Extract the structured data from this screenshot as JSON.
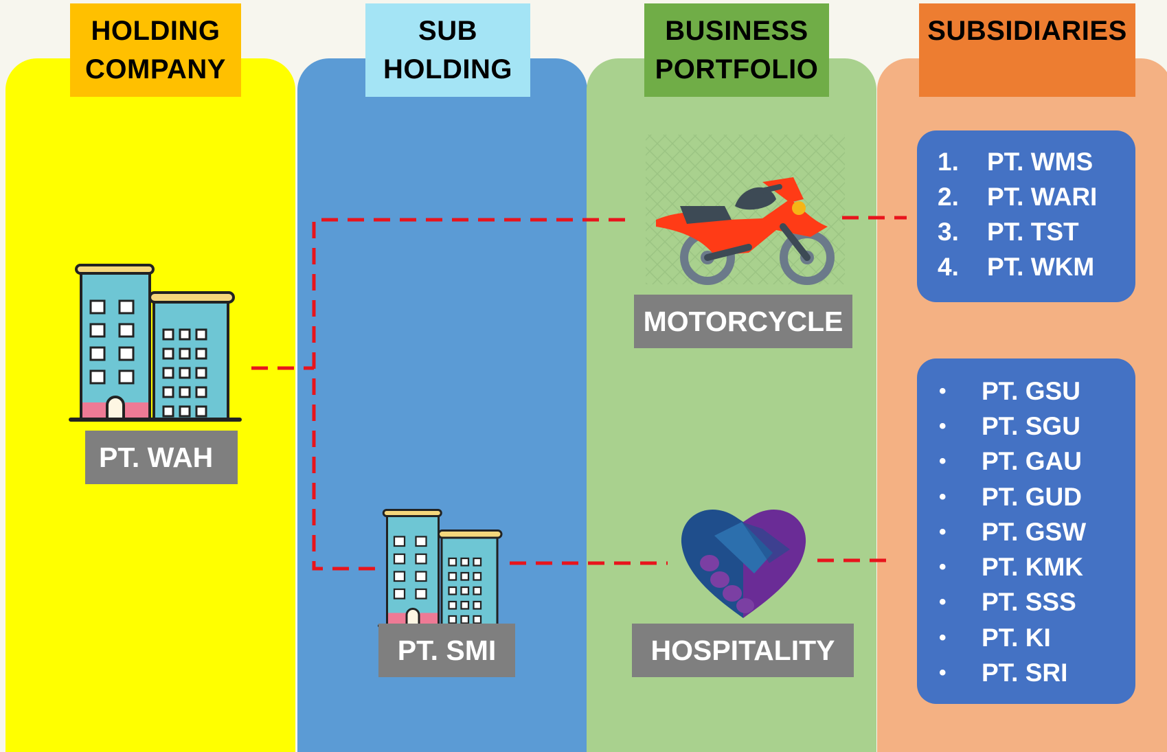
{
  "colors": {
    "holding_column": "#ffff00",
    "sub_holding_column": "#5b9bd5",
    "portfolio_column": "#a9d18e",
    "subsidiaries_column": "#f4b183",
    "holding_header": "#ffc000",
    "sub_holding_header": "#a4e4f5",
    "portfolio_header": "#70ad47",
    "subsidiaries_header": "#ed7d31",
    "label_box": "#7f7f7f",
    "list_box": "#4472c4",
    "connector": "#e8141c"
  },
  "headers": {
    "holding": [
      "HOLDING",
      "COMPANY"
    ],
    "sub_holding": [
      "SUB",
      "HOLDING"
    ],
    "portfolio": [
      "BUSINESS",
      "PORTFOLIO"
    ],
    "subsidiaries": [
      "SUBSIDIARIES"
    ]
  },
  "nodes": {
    "holding_company": {
      "label": "PT. WAH",
      "icon": "office-building-icon"
    },
    "sub_holding": {
      "label": "PT. SMI",
      "icon": "office-building-icon"
    },
    "motorcycle": {
      "label": "MOTORCYCLE",
      "icon": "motorcycle-icon"
    },
    "hospitality": {
      "label": "HOSPITALITY",
      "icon": "handshake-heart-icon"
    }
  },
  "motorcycle_subsidiaries": {
    "numbers": [
      "1.",
      "2.",
      "3.",
      "4."
    ],
    "names": [
      "PT. WMS",
      "PT. WARI",
      "PT. TST",
      "PT. WKM"
    ]
  },
  "hospitality_subsidiaries": {
    "bullet": "•",
    "names": [
      "PT. GSU",
      "PT. SGU",
      "PT. GAU",
      "PT. GUD",
      "PT. GSW",
      "PT. KMK",
      "PT. SSS",
      "PT. KI",
      "PT. SRI"
    ]
  }
}
